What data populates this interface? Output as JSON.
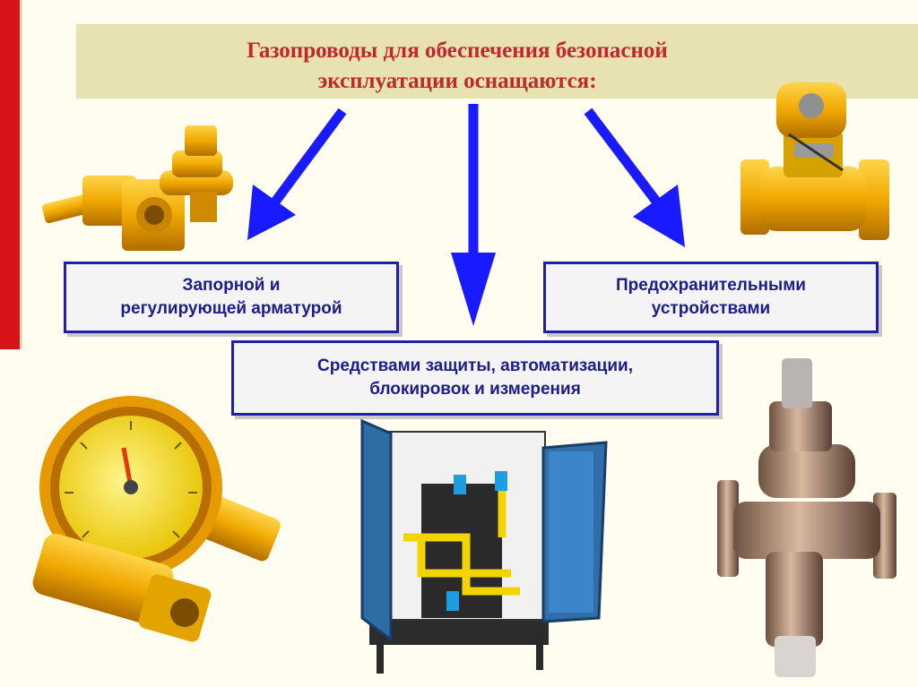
{
  "title": {
    "line1": "Газопроводы для обеспечения безопасной",
    "line2": "эксплуатации оснащаются:"
  },
  "boxes": {
    "left": {
      "line1": "Запорной и",
      "line2": "регулирующей арматурой"
    },
    "right": {
      "line1": "Предохранительными",
      "line2": "устройствами"
    },
    "center": {
      "line1": "Средствами защиты, автоматизации,",
      "line2": "блокировок и измерения"
    }
  },
  "colors": {
    "title_text": "#c0282d",
    "box_text": "#1c1c8a",
    "box_border": "#1f1fa8",
    "arrow": "#1a1aff",
    "accent_bar": "#d7141b"
  },
  "icons": [
    "regulator-image",
    "safety-valve-image",
    "pressure-gauge-image",
    "control-cabinet-image",
    "pressure-reducer-valve-image"
  ]
}
